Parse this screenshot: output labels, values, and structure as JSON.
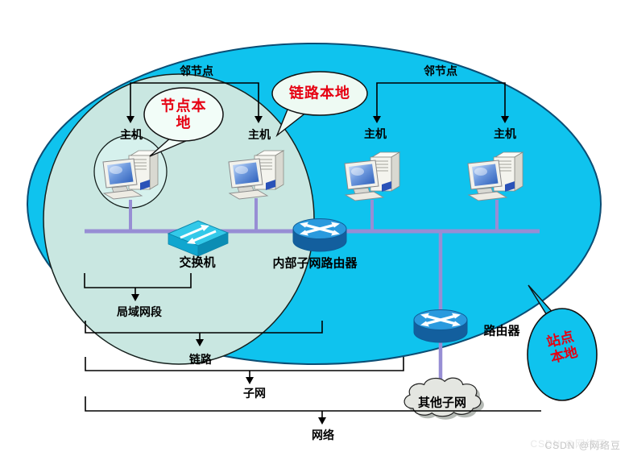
{
  "diagram": {
    "neighbor_left": "邻节点",
    "neighbor_right": "邻节点",
    "host_labels": [
      "主机",
      "主机",
      "主机",
      "主机"
    ],
    "callouts": {
      "node_local": "节点本地",
      "link_local": "链路本地",
      "site_local": "站点本地"
    },
    "devices": {
      "switch": "交换机",
      "internal_router": "内部子网路由器",
      "router": "路由器"
    },
    "scopes": {
      "lan_segment": "局域网段",
      "link": "链路",
      "subnet": "子网",
      "network": "网络"
    },
    "cloud": "其他子网",
    "watermark": "CSDN @网络豆",
    "colors": {
      "outer_ellipse": "#0fc3ee",
      "inner_ellipse": "#c9e7e1",
      "node_circle": "#d6f1ed",
      "callout_bubble": "#f2fdf8",
      "bus_line": "#978ed4",
      "red_text": "#e60012",
      "cloud_fill": "#e4e6e1"
    }
  }
}
